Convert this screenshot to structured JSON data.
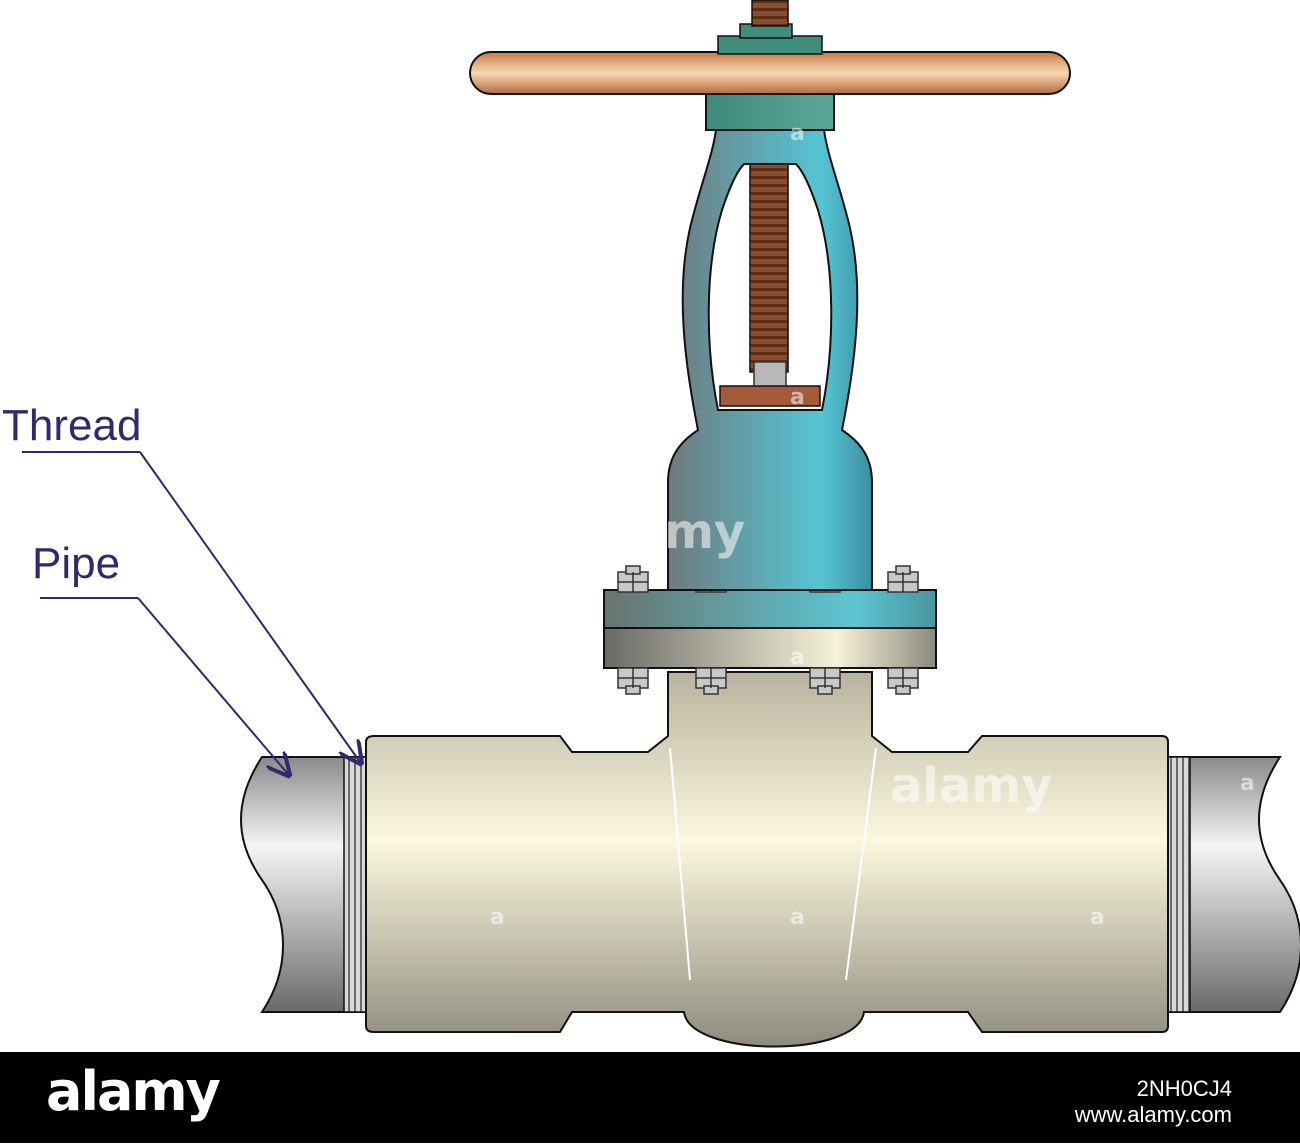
{
  "labels": {
    "thread": "Thread",
    "pipe": "Pipe"
  },
  "watermark": {
    "logo": "alamy",
    "image_id": "2NH0CJ4",
    "url": "www.alamy.com"
  },
  "colors": {
    "label_ink": "#2e2a6b",
    "handwheel": "#d98a5a",
    "bonnet": "#4bb8c6",
    "body": "#e8e4cf",
    "pipe": "#bdbdbd",
    "stem": "#8a4a2e"
  }
}
